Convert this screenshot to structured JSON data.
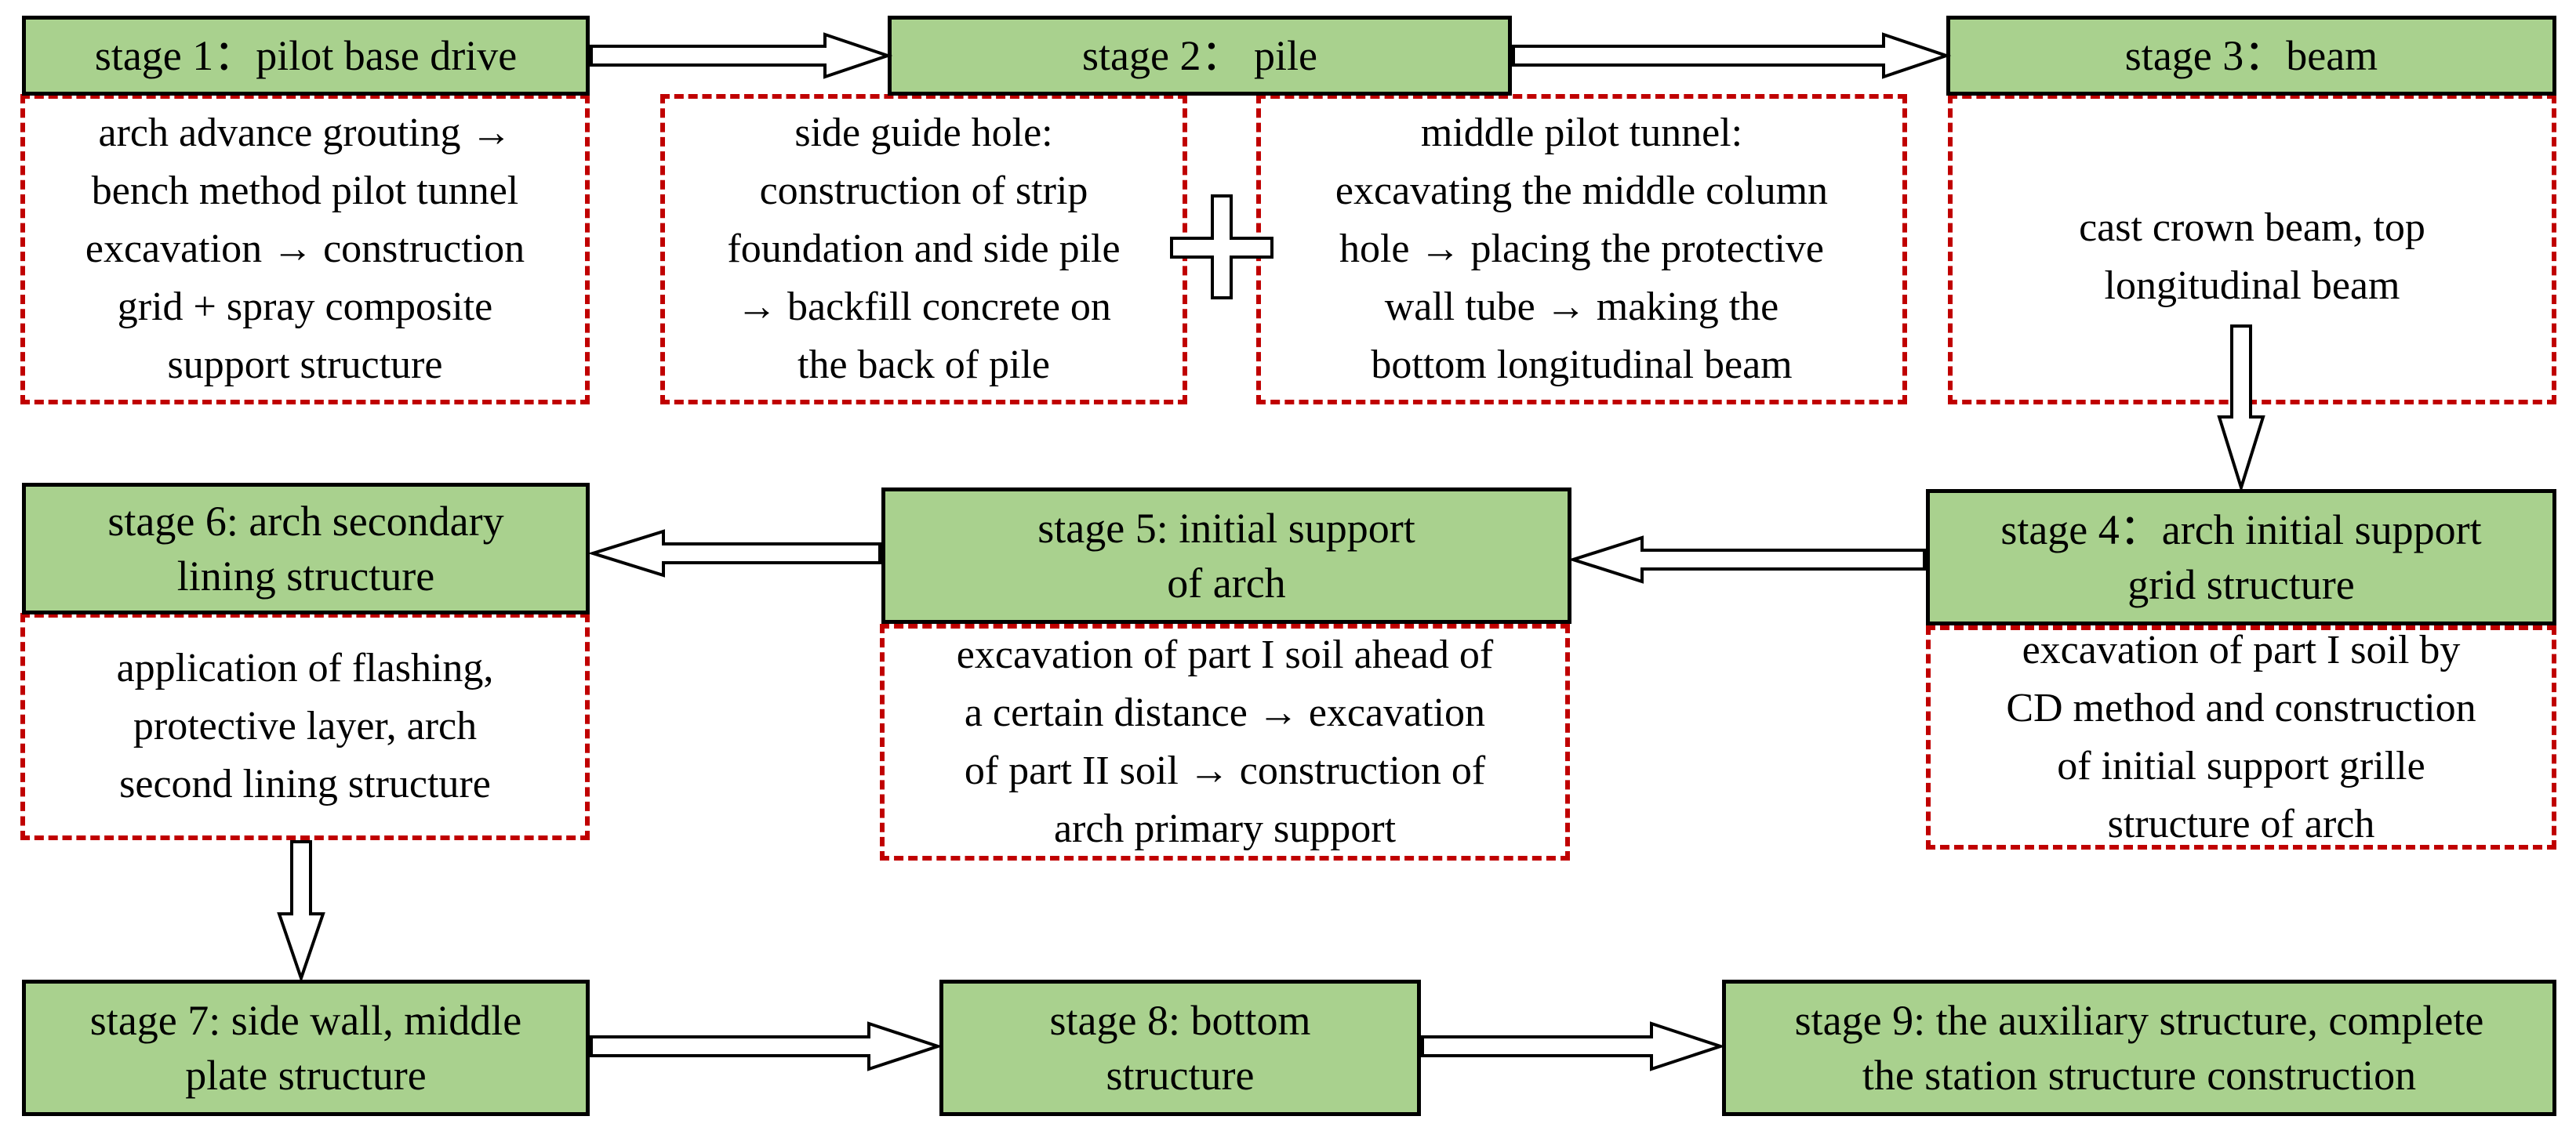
{
  "stages": {
    "s1": "stage 1：pilot base drive",
    "s2": "stage 2： pile",
    "s3": "stage 3：beam",
    "s4": "stage 4：arch initial support\ngrid structure",
    "s5": "stage 5: initial support\nof arch",
    "s6": "stage 6: arch secondary\nlining structure",
    "s7": "stage 7: side wall, middle\nplate structure",
    "s8": "stage 8: bottom\nstructure",
    "s9": "stage 9: the auxiliary structure, complete\nthe station structure construction"
  },
  "details": {
    "d1": "arch advance grouting →\nbench method pilot tunnel\nexcavation → construction\ngrid + spray composite\nsupport structure",
    "d2a": "side guide hole:\nconstruction of strip\nfoundation and side pile\n→ backfill concrete on\nthe back of pile",
    "d2b": "middle pilot tunnel:\nexcavating the middle column\nhole → placing the protective\nwall tube → making the\nbottom longitudinal beam",
    "d3": "cast crown beam, top\nlongitudinal beam",
    "d4": "excavation of part I soil by\nCD method and construction\nof initial support grille\nstructure of arch",
    "d5": "excavation of part I soil ahead of\na certain distance → excavation\nof part II soil → construction of\narch primary support",
    "d6": "application of flashing,\nprotective layer, arch\nsecond lining structure"
  },
  "colors": {
    "stage_fill": "#a9d18e",
    "stage_border": "#000000",
    "detail_border": "#c00000"
  }
}
